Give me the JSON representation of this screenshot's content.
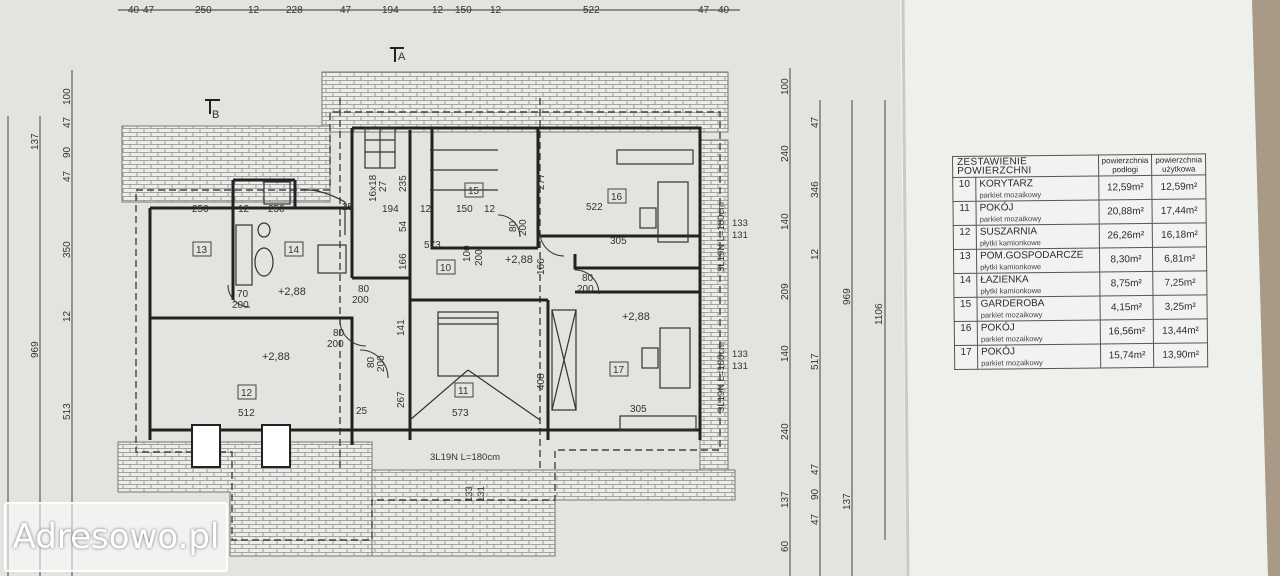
{
  "markers": {
    "section_a": "A",
    "section_b": "B"
  },
  "top_dims": [
    "40",
    "47",
    "250",
    "12",
    "228",
    "47",
    "194",
    "12",
    "150",
    "12",
    "522",
    "47",
    "40"
  ],
  "left_dims": [
    "100",
    "47",
    "137",
    "90",
    "47",
    "350",
    "12",
    "969",
    "513"
  ],
  "right_dims": [
    "100",
    "47",
    "240",
    "346",
    "140",
    "12",
    "209",
    "969",
    "1106",
    "140",
    "517",
    "240",
    "47",
    "90",
    "47",
    "137",
    "137",
    "60"
  ],
  "rooms": [
    {
      "num": "10",
      "level": "+2,88"
    },
    {
      "num": "11",
      "level": ""
    },
    {
      "num": "12",
      "level": "+2,88"
    },
    {
      "num": "13",
      "level": ""
    },
    {
      "num": "14",
      "level": "+2,88"
    },
    {
      "num": "15",
      "level": ""
    },
    {
      "num": "16",
      "level": ""
    },
    {
      "num": "17",
      "level": "+2,88"
    }
  ],
  "inner_dims": [
    "250",
    "12",
    "250",
    "25",
    "194",
    "12",
    "150",
    "12",
    "522",
    "512",
    "573",
    "305",
    "305",
    "573",
    "25",
    "267",
    "408",
    "277",
    "166",
    "166",
    "141",
    "54",
    "235",
    "16x18",
    "27"
  ],
  "door_labels": [
    "70",
    "200",
    "80",
    "200",
    "80",
    "200",
    "80",
    "200",
    "80",
    "200",
    "100",
    "200",
    "80",
    "200"
  ],
  "window_labels": [
    "3L19N L=180cm",
    "3L19N L=180cm",
    "3L19N L=180cm",
    "133",
    "131",
    "133",
    "131",
    "133",
    "131"
  ],
  "table": {
    "title": "ZESTAWIENIE POWIERZCHNI",
    "col_floor": "powierzchnia podłogi",
    "col_usable": "powierzchnia użytkowa",
    "rows": [
      {
        "num": "10",
        "name": "KORYTARZ",
        "floor": "parkiet mozaikowy",
        "area_floor": "12,59m²",
        "area_usable": "12,59m²"
      },
      {
        "num": "11",
        "name": "POKÓJ",
        "floor": "parkiet mozaikowy",
        "area_floor": "20,88m²",
        "area_usable": "17,44m²"
      },
      {
        "num": "12",
        "name": "SUSZARNIA",
        "floor": "płytki kamionkowe",
        "area_floor": "26,26m²",
        "area_usable": "16,18m²"
      },
      {
        "num": "13",
        "name": "POM.GOSPODARCZE",
        "floor": "płytki kamionkowe",
        "area_floor": "8,30m²",
        "area_usable": "6,81m²"
      },
      {
        "num": "14",
        "name": "ŁAZIENKA",
        "floor": "płytki kamionkowe",
        "area_floor": "8,75m²",
        "area_usable": "7,25m²"
      },
      {
        "num": "15",
        "name": "GARDEROBA",
        "floor": "parkiet mozaikowy",
        "area_floor": "4,15m²",
        "area_usable": "3,25m²"
      },
      {
        "num": "16",
        "name": "POKÓJ",
        "floor": "parkiet mozaikowy",
        "area_floor": "16,56m²",
        "area_usable": "13,44m²"
      },
      {
        "num": "17",
        "name": "POKÓJ",
        "floor": "parkiet mozaikowy",
        "area_floor": "15,74m²",
        "area_usable": "13,90m²"
      }
    ]
  },
  "watermark": "Adresowo.pl"
}
